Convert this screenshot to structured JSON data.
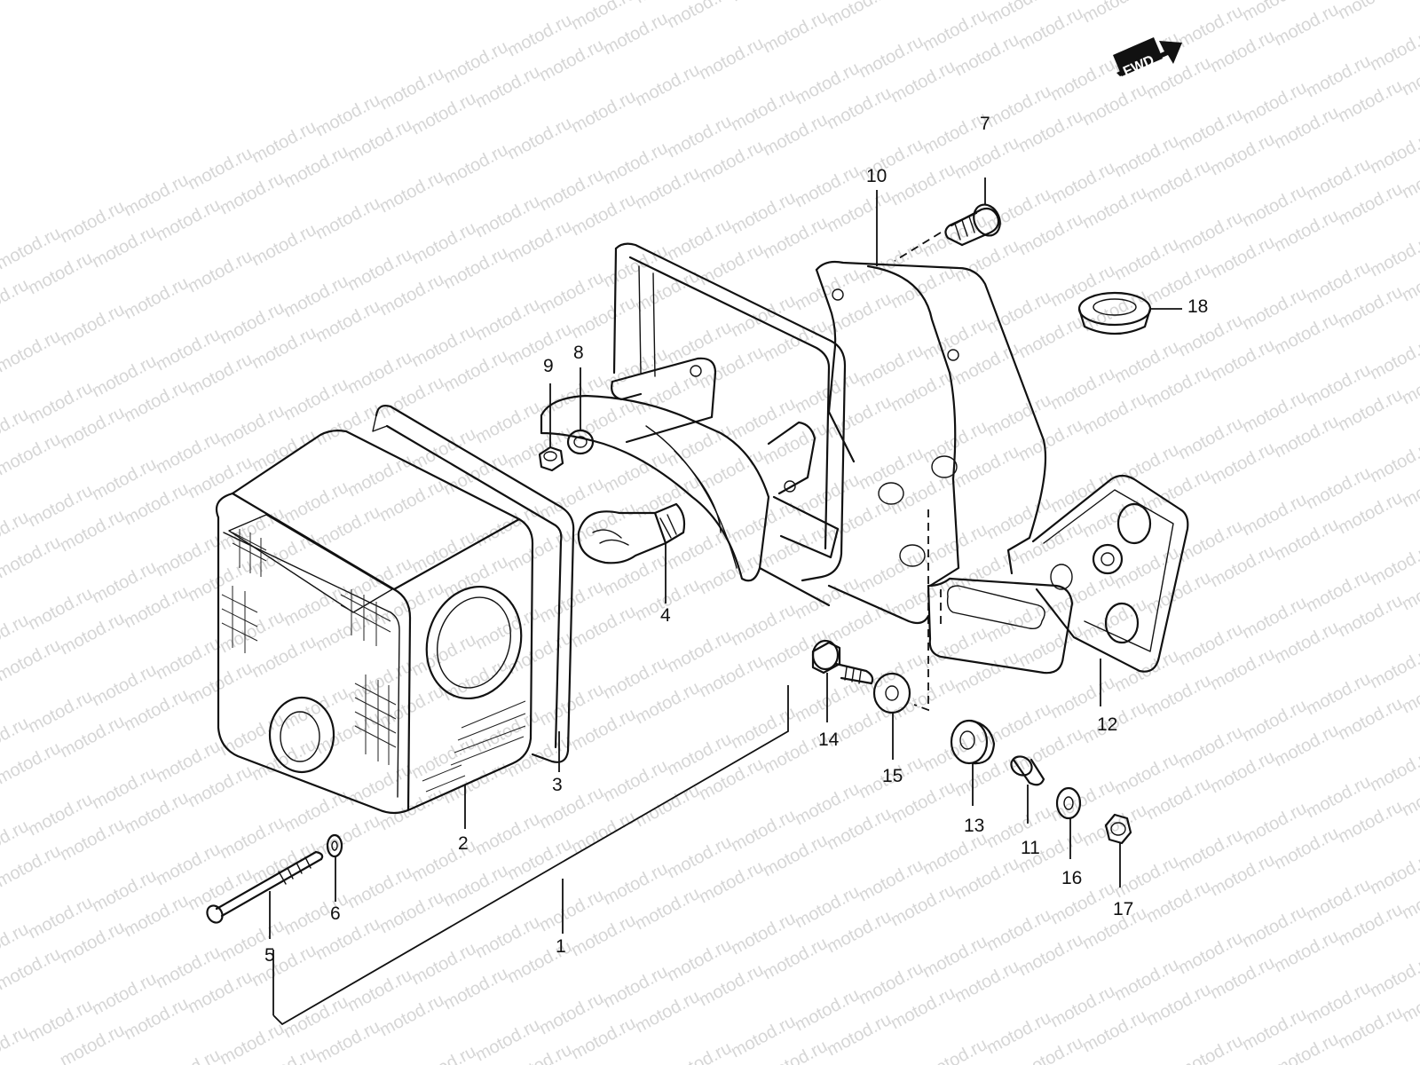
{
  "watermark": "motod.ru",
  "direction_marker": "FWD",
  "parts": [
    {
      "id": "part-1",
      "label": "1"
    },
    {
      "id": "part-2",
      "label": "2"
    },
    {
      "id": "part-3",
      "label": "3"
    },
    {
      "id": "part-4",
      "label": "4"
    },
    {
      "id": "part-5",
      "label": "5"
    },
    {
      "id": "part-6",
      "label": "6"
    },
    {
      "id": "part-7",
      "label": "7"
    },
    {
      "id": "part-8",
      "label": "8"
    },
    {
      "id": "part-9",
      "label": "9"
    },
    {
      "id": "part-10",
      "label": "10"
    },
    {
      "id": "part-11",
      "label": "11"
    },
    {
      "id": "part-12",
      "label": "12"
    },
    {
      "id": "part-13",
      "label": "13"
    },
    {
      "id": "part-14",
      "label": "14"
    },
    {
      "id": "part-15",
      "label": "15"
    },
    {
      "id": "part-16",
      "label": "16"
    },
    {
      "id": "part-17",
      "label": "17"
    },
    {
      "id": "part-18",
      "label": "18"
    }
  ]
}
